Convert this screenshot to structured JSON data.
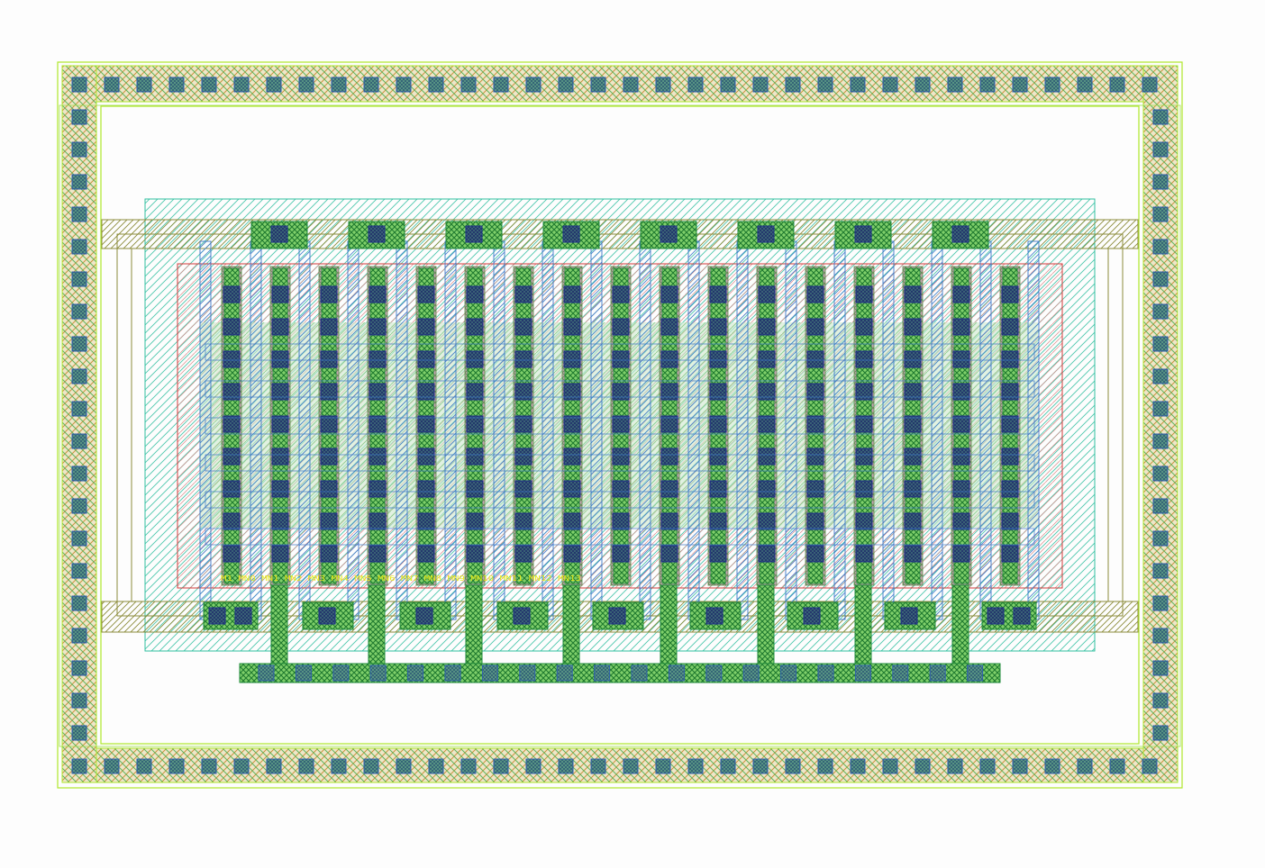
{
  "viewer": {
    "name": "IC layout viewer",
    "background": "#fdfdfd",
    "grid_color": "#b9b9b9"
  },
  "layers": {
    "guard_ring_outline": "#aee82a",
    "guard_ring_hatch_a": "#d1a25a",
    "guard_ring_hatch_b": "#6bbf6b",
    "contact_fill": "#53a07a",
    "contact_edge": "#2f5fae",
    "metal1": "#3c78c8",
    "metal_fill": "#1f8a3a",
    "poly_red": "#d23a3a",
    "nwell_teal": "#2fbf9f",
    "olive_outline": "#8c8c3a",
    "label_yellow": "#e8e81a"
  },
  "device": {
    "fingers": 16,
    "gate_contacts": 8,
    "row_contacts": 9,
    "bottom_bus_contacts": 20,
    "net_label": "M1 MN0 MN1 MN2 MN3 MN4 MN5 MN6 MN7 MN8 MN9 MN10 MN11 MN12 MN13"
  }
}
